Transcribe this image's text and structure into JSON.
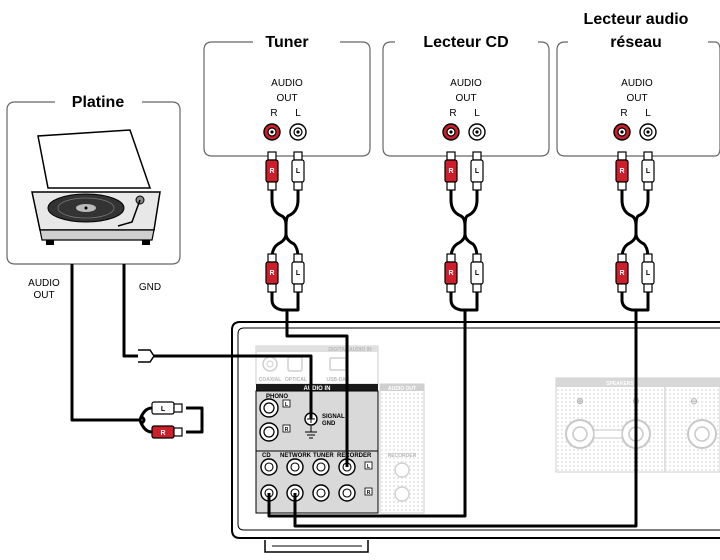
{
  "devices": {
    "tuner": {
      "title": "Tuner",
      "audio": "AUDIO",
      "out": "OUT",
      "r": "R",
      "l": "L"
    },
    "cd": {
      "title": "Lecteur CD",
      "audio": "AUDIO",
      "out": "OUT",
      "r": "R",
      "l": "L"
    },
    "network": {
      "title_line1": "Lecteur audio",
      "title_line2": "réseau",
      "audio": "AUDIO",
      "out": "OUT",
      "r": "R",
      "l": "L"
    },
    "turntable": {
      "title": "Platine",
      "audio_out_line1": "AUDIO",
      "audio_out_line2": "OUT",
      "gnd": "GND"
    }
  },
  "plug_labels": {
    "right": "R",
    "left": "L"
  },
  "receiver": {
    "digital_audio_in": "DIGITAL AUDIO IN",
    "coaxial": "COAXIAL",
    "optical": "OPTICAL",
    "usb_dac": "USB-DAC",
    "audio_in": "AUDIO IN",
    "audio_out": "AUDIO OUT",
    "phono": "PHONO",
    "signal": "SIGNAL",
    "gnd": "GND",
    "cd": "CD",
    "network": "NETWORK",
    "tuner": "TUNER",
    "recorder": "RECORDER",
    "recorder_out": "RECORDER",
    "speakers": "SPEAKERS",
    "l": "L",
    "r": "R"
  },
  "colors": {
    "red_jack": "#cc1f2b",
    "wire": "#000000",
    "receiver_gray": "#d9d9d9"
  }
}
